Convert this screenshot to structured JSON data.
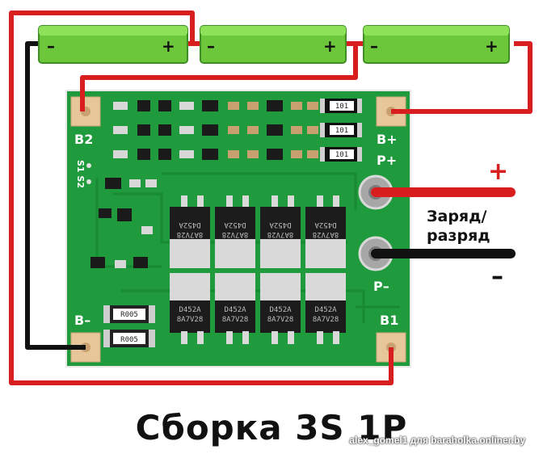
{
  "colors": {
    "pcb": "#1f9a3c",
    "pcb_dark": "#178a33",
    "wire_pos": "#d81e1e",
    "wire_neg": "#111111",
    "battery": "#6cc83a",
    "pad": "#e7c79a"
  },
  "batteries": [
    {
      "neg_sign": "–",
      "pos_sign": "+"
    },
    {
      "neg_sign": "–",
      "pos_sign": "+"
    },
    {
      "neg_sign": "–",
      "pos_sign": "+"
    }
  ],
  "board": {
    "labels": {
      "b2": "B2",
      "bplus": "B+",
      "pplus": "P+",
      "pminus": "P–",
      "bminus": "B–",
      "b1": "B1",
      "s1s2": "S1 S2"
    },
    "resistor_codes": [
      "101",
      "101",
      "101"
    ],
    "shunt_code": "R005",
    "mosfet_codes": [
      "D452A",
      "8A7V28"
    ]
  },
  "annotations": {
    "plus_sign": "+",
    "minus_sign": "–",
    "charge_label_line1": "Заряд/",
    "charge_label_line2": "разряд"
  },
  "caption": "Сборка 3S 1P",
  "watermark": "alex_gomel1 для baraholka.onliner.by"
}
